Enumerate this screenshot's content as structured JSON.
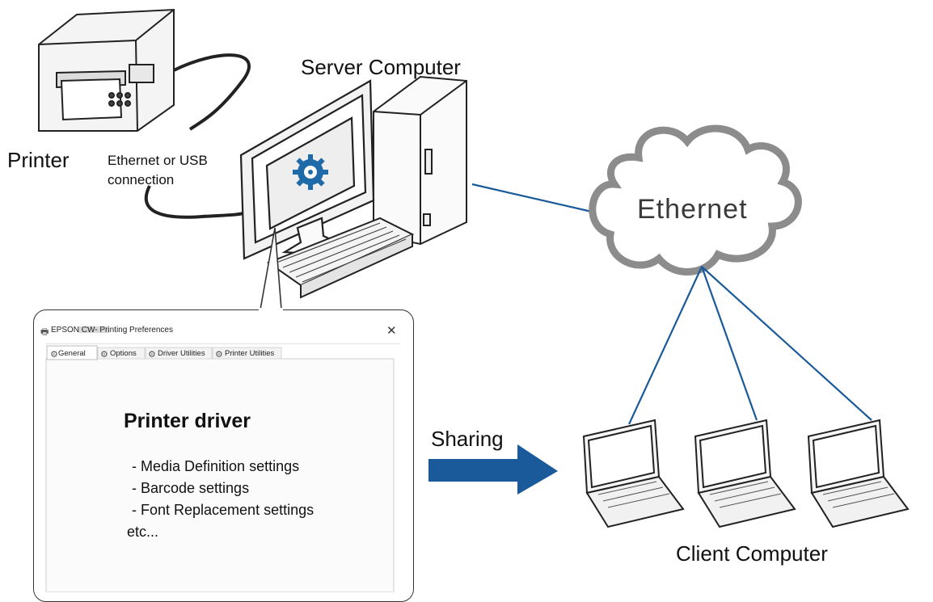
{
  "labels": {
    "printer": "Printer",
    "connection_line1": "Ethernet or USB",
    "connection_line2": "connection",
    "server": "Server Computer",
    "ethernet": "Ethernet",
    "sharing": "Sharing",
    "client": "Client Computer"
  },
  "dialog": {
    "title": "EPSON CW-         Printing Preferences",
    "close": "✕",
    "tabs": [
      "General",
      "Options",
      "Driver Utilities",
      "Printer Utilities"
    ],
    "heading": "Printer driver",
    "items": [
      "- Media Definition settings",
      "- Barcode settings",
      "- Font Replacement settings",
      "etc..."
    ]
  },
  "colors": {
    "accent": "#1a5a9a",
    "line": "#2c2c2c",
    "cloud": "#8c8c8c",
    "gear": "#1f6aa8"
  }
}
